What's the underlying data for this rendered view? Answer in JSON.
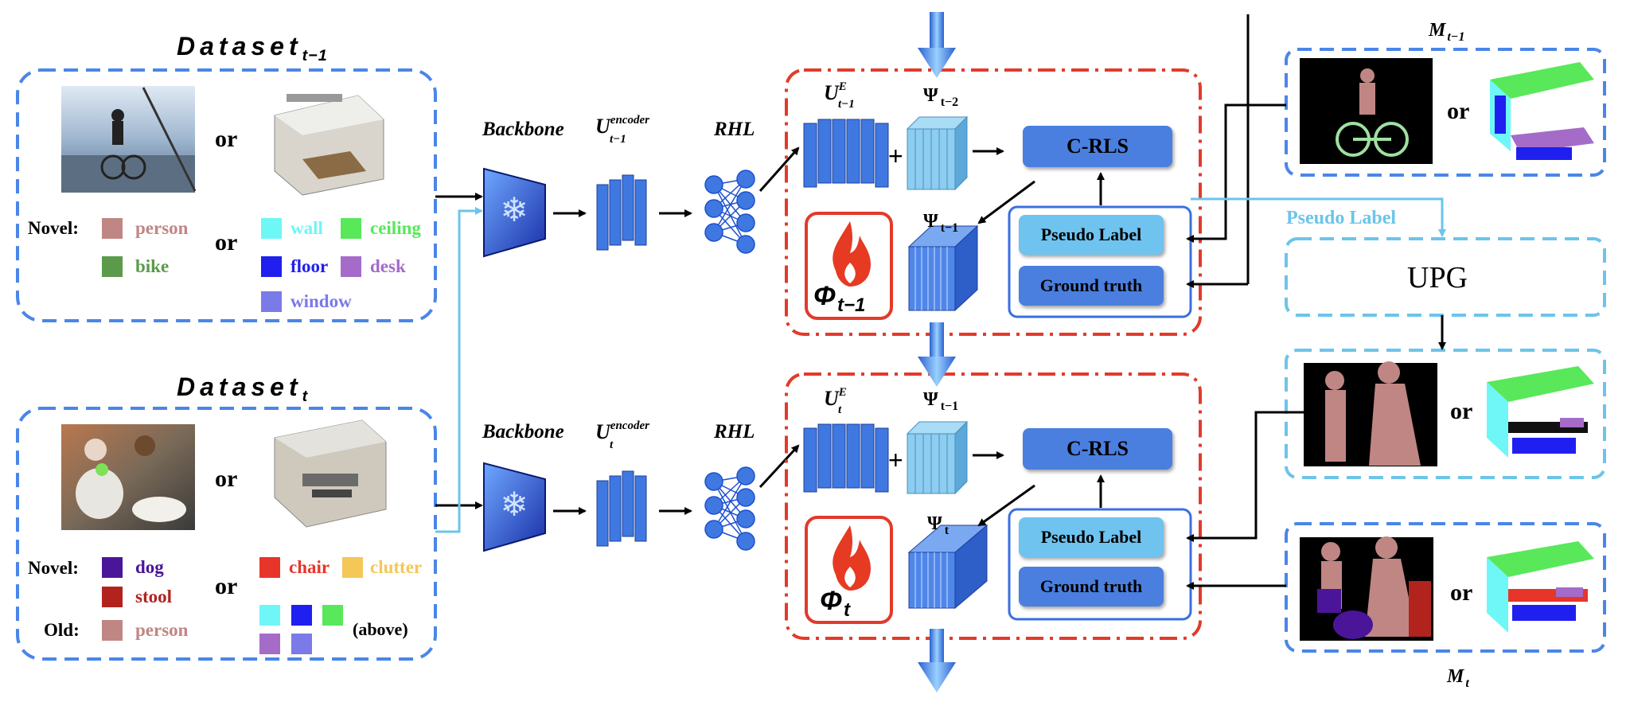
{
  "datasets": {
    "prev": {
      "title": "Dataset",
      "title_sub": "t−1",
      "or_labels": [
        "or",
        "or"
      ],
      "novel_label": "Novel:",
      "classes_left": [
        {
          "name": "person",
          "color": "#c08684"
        },
        {
          "name": "bike",
          "color": "#5a9a4a"
        }
      ],
      "classes_right": [
        {
          "name": "wall",
          "color": "#6ff6f7"
        },
        {
          "name": "ceiling",
          "color": "#58e85a"
        },
        {
          "name": "floor",
          "color": "#1f1ff0"
        },
        {
          "name": "desk",
          "color": "#a46cc8"
        },
        {
          "name": "window",
          "color": "#7a7ae8"
        }
      ]
    },
    "cur": {
      "title": "Dataset",
      "title_sub": "t",
      "or_labels": [
        "or",
        "or"
      ],
      "novel_label": "Novel:",
      "old_label": "Old:",
      "classes_left": [
        {
          "name": "dog",
          "color": "#4b1599"
        },
        {
          "name": "stool",
          "color": "#b2231d"
        },
        {
          "name": "person",
          "color": "#c08684"
        }
      ],
      "classes_right": [
        {
          "name": "chair",
          "color": "#e8352a"
        },
        {
          "name": "clutter",
          "color": "#f4c756"
        }
      ],
      "old_swatches": [
        "#6ff6f7",
        "#1f1ff0",
        "#58e85a",
        "#a46cc8",
        "#7a7ae8"
      ],
      "above_label": "(above)"
    }
  },
  "pipeline": {
    "backbone_label": "Backbone",
    "encoder_prev": {
      "base": "U",
      "sup": "encoder",
      "sub": "t−1"
    },
    "encoder_cur": {
      "base": "U",
      "sup": "encoder",
      "sub": "t"
    },
    "rhl_label": "RHL"
  },
  "module_prev": {
    "ue": {
      "base": "U",
      "sup": "E",
      "sub": "t−1"
    },
    "psi_top": {
      "base": "Ψ",
      "sub": "t−2"
    },
    "psi_bottom": {
      "base": "Ψ",
      "sub": "t−1"
    },
    "phi": {
      "base": "Φ",
      "sub": "t−1"
    },
    "crls": "C-RLS",
    "pseudo": "Pseudo Label",
    "gt": "Ground truth",
    "plus": "+"
  },
  "module_cur": {
    "ue": {
      "base": "U",
      "sup": "E",
      "sub": "t"
    },
    "psi_top": {
      "base": "Ψ",
      "sub": "t−1"
    },
    "psi_bottom": {
      "base": "Ψ",
      "sub": "t"
    },
    "phi": {
      "base": "Φ",
      "sub": "t"
    },
    "crls": "C-RLS",
    "pseudo": "Pseudo Label",
    "gt": "Ground truth",
    "plus": "+"
  },
  "right": {
    "m_prev": {
      "base": "M",
      "sub": "t−1"
    },
    "m_cur": {
      "base": "M",
      "sub": "t"
    },
    "pseudo_label_caption": "Pseudo Label",
    "upg": "UPG",
    "or_labels": [
      "or",
      "or",
      "or"
    ]
  },
  "colors": {
    "dashed_blue": "#4a86e8",
    "dashed_light": "#6cc4ea",
    "dashed_red": "#e23a2a",
    "button_blue": "#4a7fe0",
    "button_light": "#6fc3ef"
  }
}
